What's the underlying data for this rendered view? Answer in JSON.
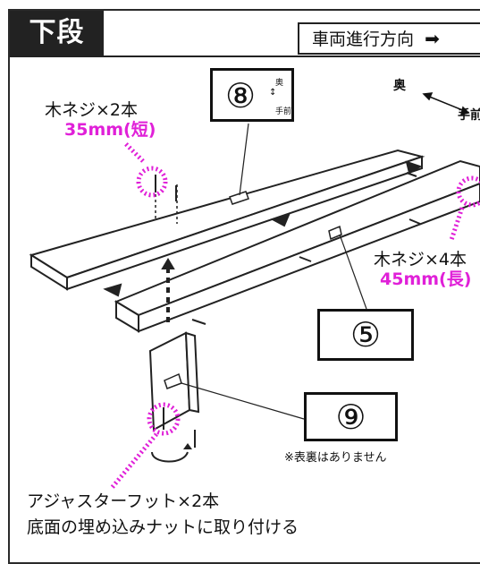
{
  "section_title": "下段",
  "direction_label": "車両進行方向",
  "direction_back_label": "奥",
  "direction_front_label": "手前",
  "screw_short": {
    "label": "木ネジ×2本",
    "size": "35mm(短)"
  },
  "screw_long": {
    "label": "木ネジ×4本",
    "size": "45mm(長)"
  },
  "part_8": {
    "number": "⑧",
    "back_mark": "奥",
    "front_mark": "手前"
  },
  "part_5": {
    "number": "⑤"
  },
  "part_9": {
    "number": "⑨",
    "note": "※表裏はありません"
  },
  "adjuster": {
    "line1": "アジャスターフット×2本",
    "line2": "底面の埋め込みナットに取り付ける"
  },
  "colors": {
    "accent": "#e020d8",
    "outline": "#222222"
  }
}
